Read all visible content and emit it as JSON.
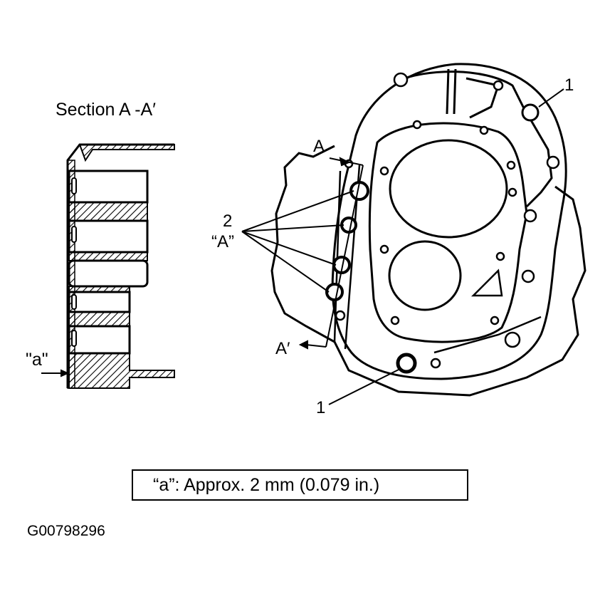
{
  "section_title": "Section A -A′",
  "label_a_quoted": "\"a\"",
  "label_A_start": "A",
  "label_A_end": "A′",
  "label_2": "2",
  "label_A_group": "“A”",
  "label_1_top": "1",
  "label_1_bottom": "1",
  "note": "“a”:   Approx. 2 mm (0.079 in.)",
  "figure_id": "G00798296"
}
